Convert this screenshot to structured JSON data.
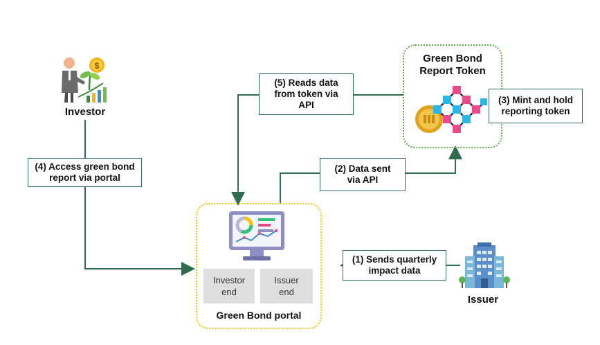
{
  "actors": {
    "investor": "Investor",
    "issuer": "Issuer"
  },
  "token": {
    "title": "Green Bond Report Token"
  },
  "portal": {
    "title": "Green Bond portal",
    "investor_end": "Investor\nend",
    "issuer_end": "Issuer\nend"
  },
  "steps": {
    "step1": "(1) Sends quarterly impact data",
    "step2": "(2) Data sent via API",
    "step3": "(3) Mint and hold reporting token",
    "step4": "(4) Access green bond report via portal",
    "step5": "(5) Reads data from token via API"
  },
  "colors": {
    "connector": "#2e6b4f",
    "portal_border": "#f2c500",
    "token_border": "#5aa845"
  }
}
